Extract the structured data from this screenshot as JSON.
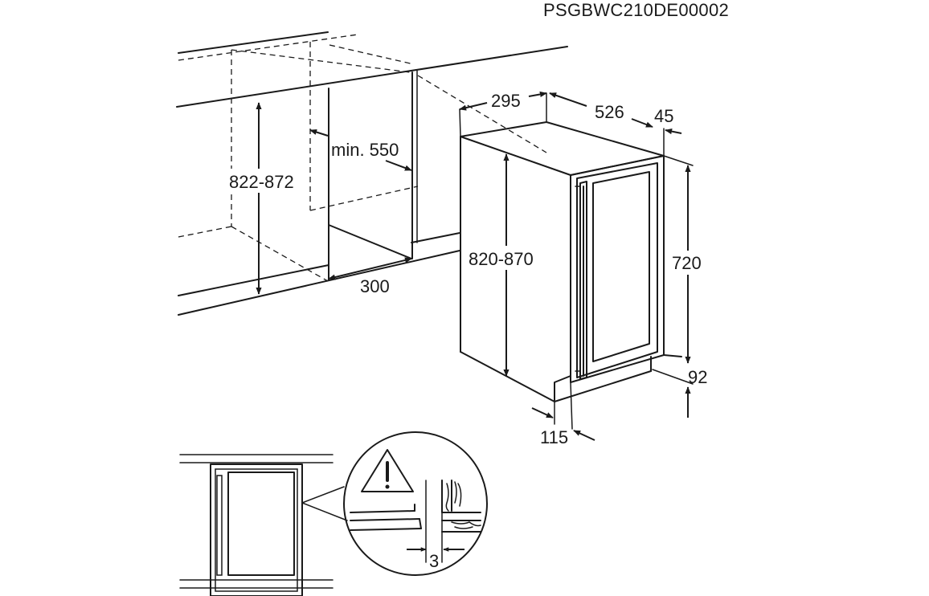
{
  "drawing_code": "PSGBWC210DE00002",
  "dimensions": {
    "niche_height": "822-872",
    "niche_width_min": "min. 550",
    "niche_depth": "300",
    "appliance_depth_top": "295",
    "appliance_depth": "526",
    "door_offset": "45",
    "appliance_height": "820-870",
    "door_height": "720",
    "plinth_height": "92",
    "plinth_depth": "115",
    "gap_detail": "3"
  },
  "icons": {
    "warning": "warning-triangle-icon",
    "wood_grain": "wood-grain-icon"
  }
}
